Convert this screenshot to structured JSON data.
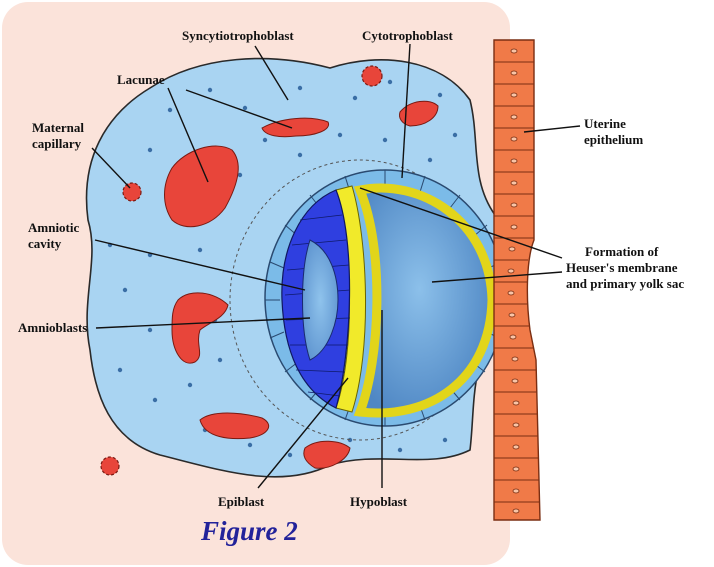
{
  "figure": {
    "caption": "Figure 2"
  },
  "labels": {
    "syncytiotrophoblast": "Syncytiotrophoblast",
    "cytotrophoblast": "Cytotrophoblast",
    "lacunae": "Lacunae",
    "maternal_capillary": [
      "Maternal",
      "capillary"
    ],
    "uterine_epithelium": [
      "Uterine",
      "epithelium"
    ],
    "amniotic_cavity": [
      "Amniotic",
      "cavity"
    ],
    "formation": [
      "Formation of",
      "Heuser's membrane",
      "and primary yolk sac"
    ],
    "amnioblasts": "Amnioblasts",
    "epiblast": "Epiblast",
    "hypoblast": "Hypoblast"
  },
  "colors": {
    "background_panel": "#fbe3da",
    "syncytiotrophoblast": "#a9d4f2",
    "cytotrophoblast": "#7bbbe8",
    "lacunae": "#e8453a",
    "epithelium": "#f07a48",
    "epiblast": "#2f3fe0",
    "hypoblast": "#f1ea2a",
    "yolk_sac": "#5f9ad2",
    "caption": "#22229a"
  }
}
